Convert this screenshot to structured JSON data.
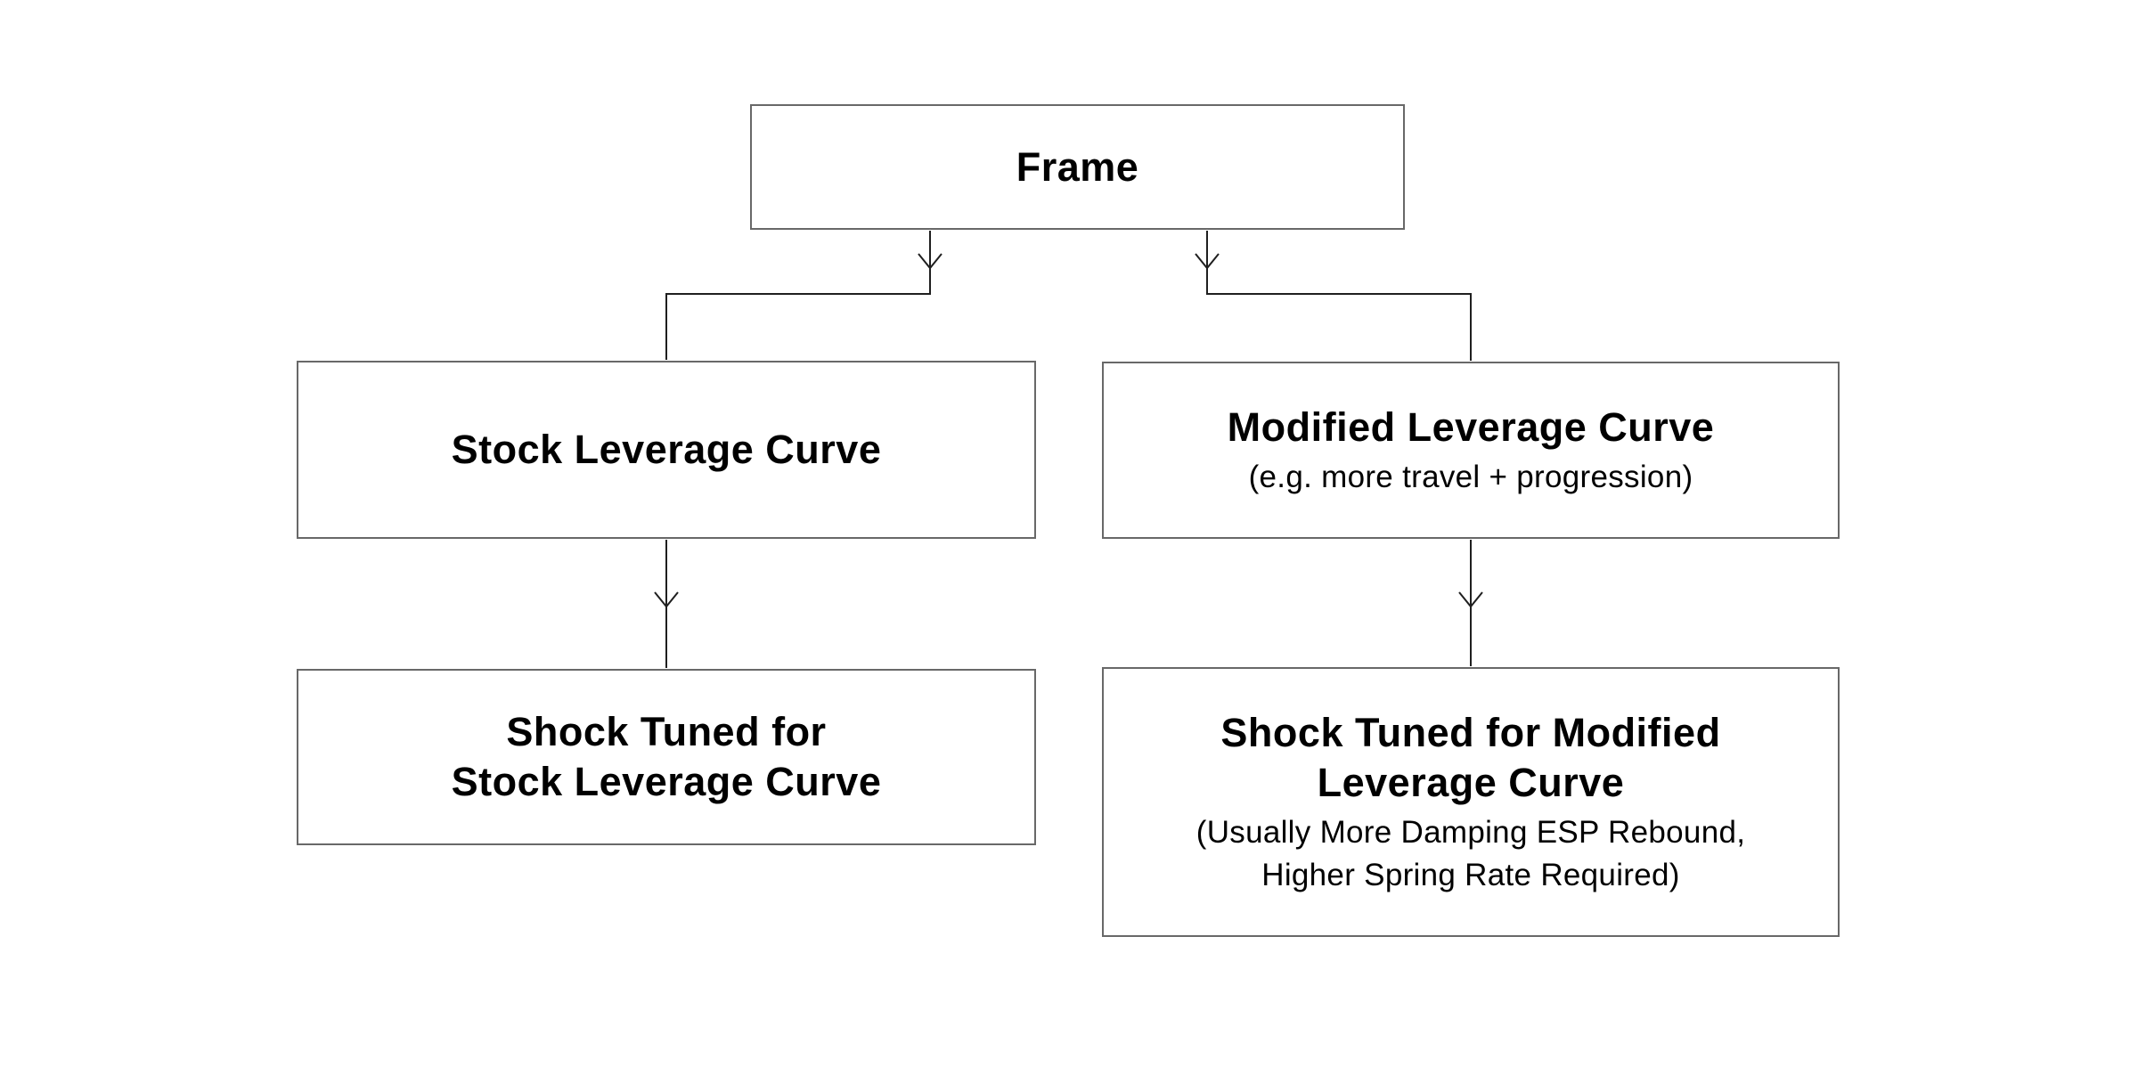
{
  "diagram": {
    "nodes": {
      "frame": {
        "title": "Frame"
      },
      "stock": {
        "title": "Stock Leverage Curve"
      },
      "modified": {
        "title": "Modified Leverage Curve",
        "subtitle": "(e.g. more travel + progression)"
      },
      "shock_stock": {
        "title": "Shock Tuned for\nStock Leverage Curve"
      },
      "shock_modified": {
        "title": "Shock Tuned for Modified\nLeverage Curve",
        "subtitle": "(Usually More Damping ESP Rebound,\nHigher Spring Rate Required)"
      }
    },
    "edges": [
      {
        "from": "Frame",
        "to": "Stock Leverage Curve"
      },
      {
        "from": "Frame",
        "to": "Modified Leverage Curve"
      },
      {
        "from": "Stock Leverage Curve",
        "to": "Shock Tuned for Stock Leverage Curve"
      },
      {
        "from": "Modified Leverage Curve",
        "to": "Shock Tuned for Modified Leverage Curve"
      }
    ],
    "colors": {
      "background": "#ffffff",
      "box_border": "#686868",
      "connector": "#1f1f1f",
      "text": "#000000"
    }
  }
}
